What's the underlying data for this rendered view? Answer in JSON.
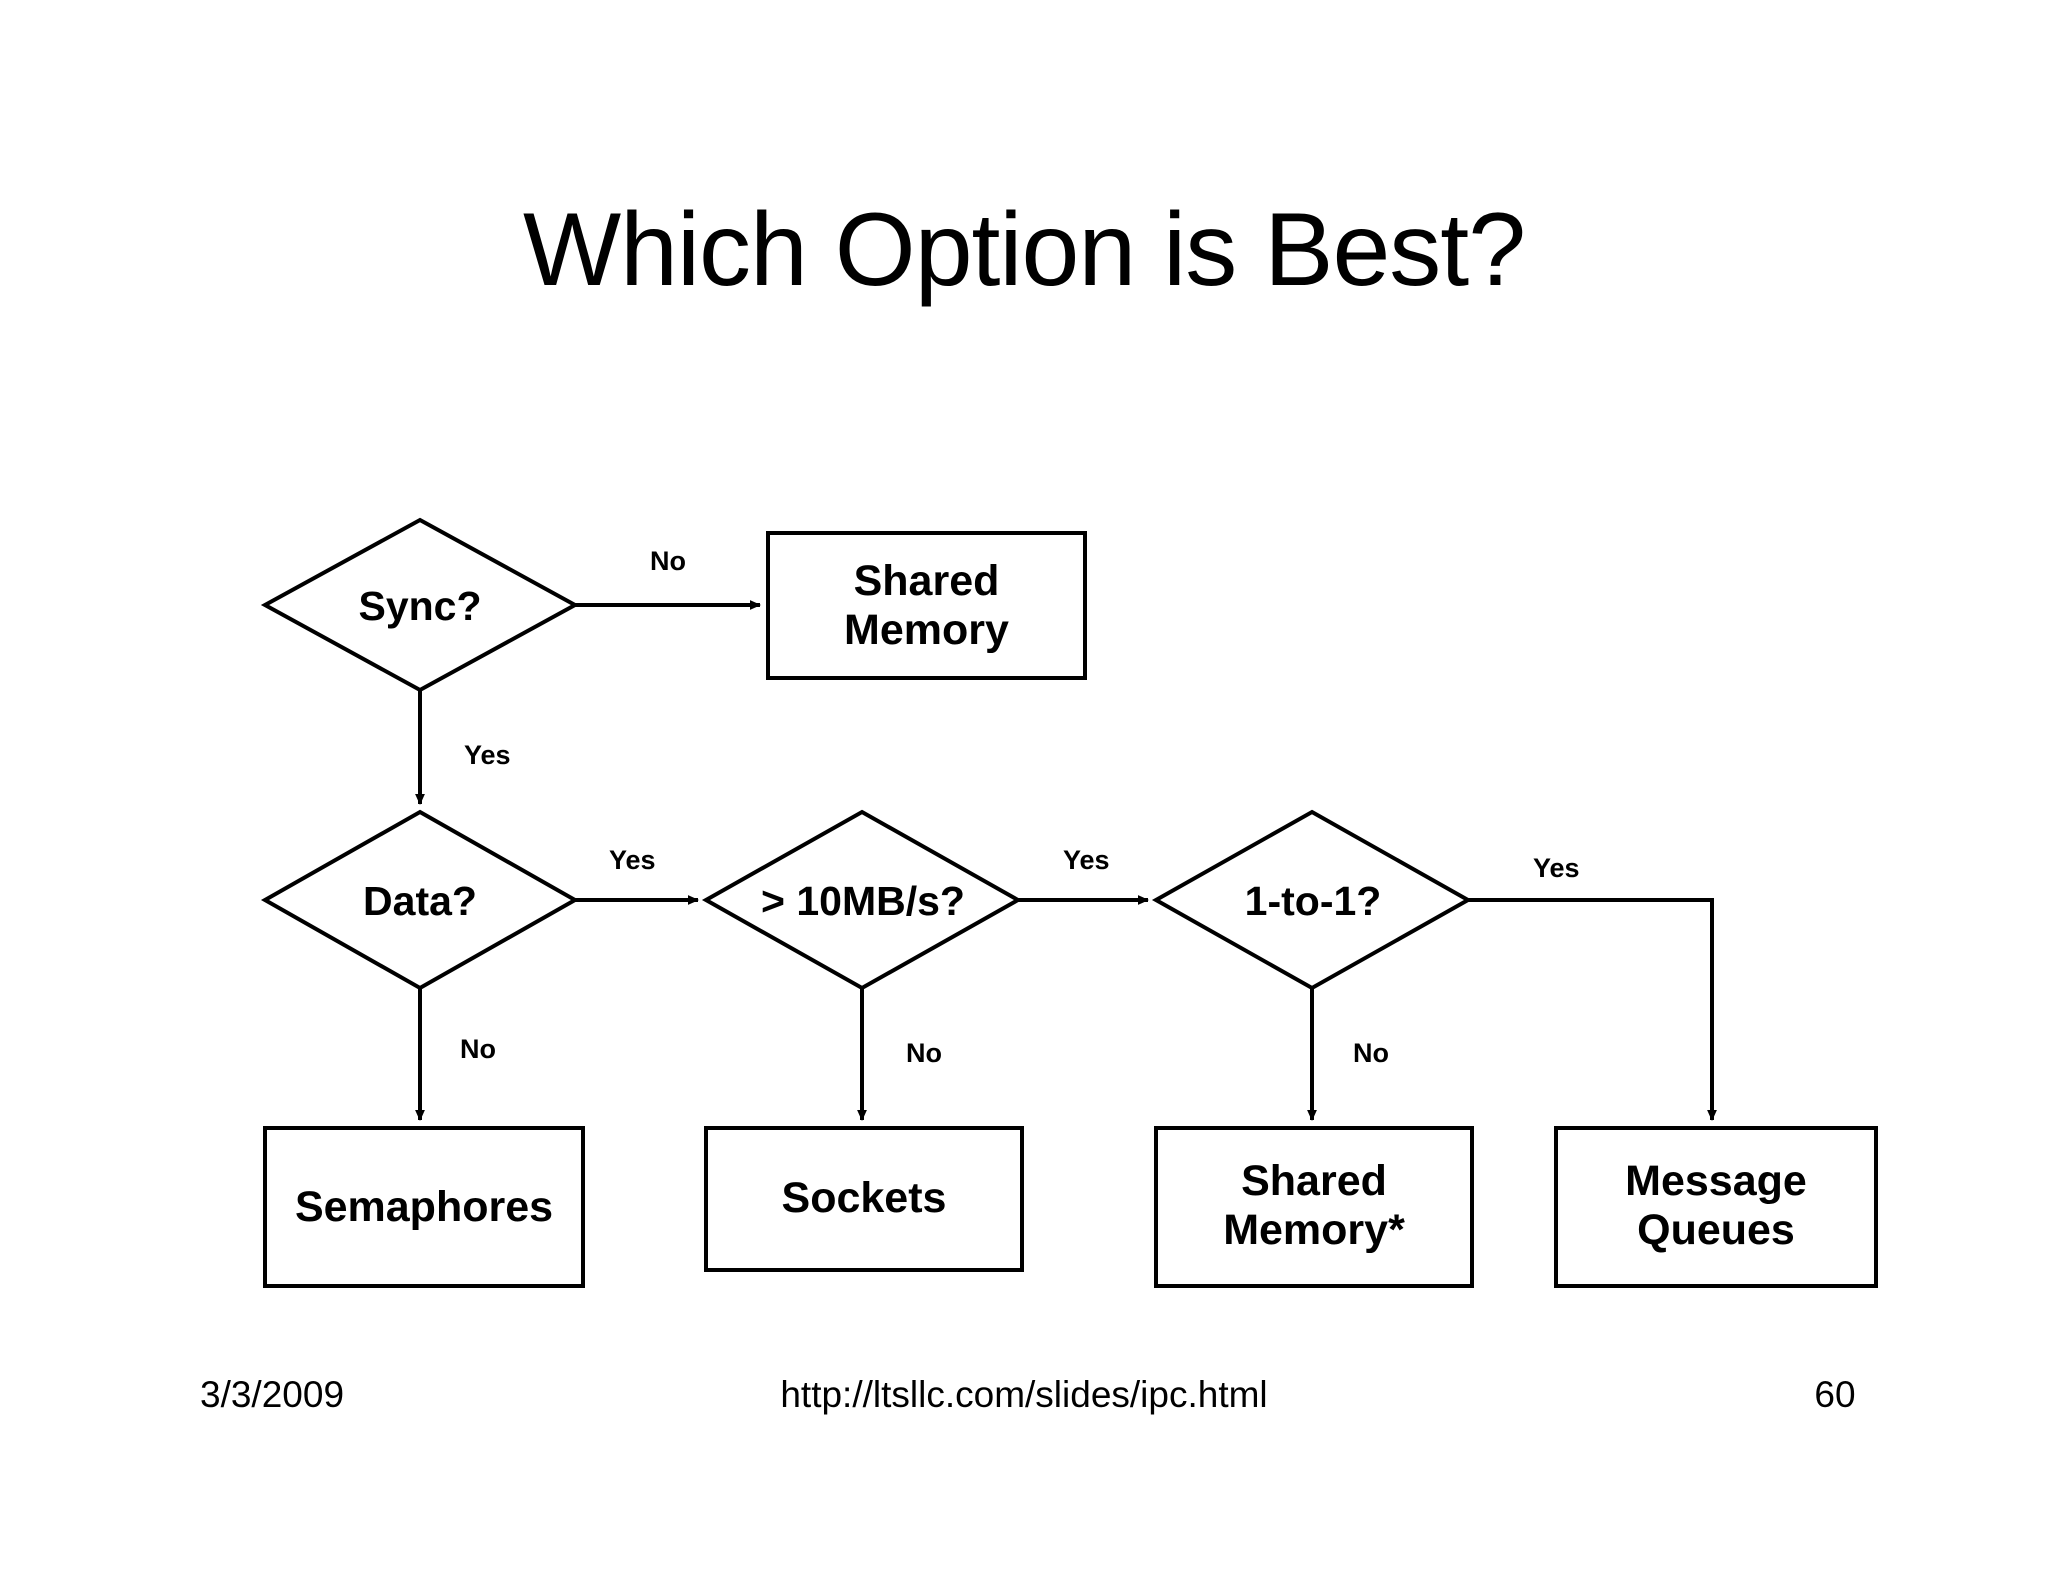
{
  "slide": {
    "title": "Which Option is Best?"
  },
  "flowchart": {
    "nodes": {
      "sync": {
        "label": "Sync?",
        "shape": "diamond"
      },
      "shared_memory": {
        "label": "Shared\nMemory",
        "line1": "Shared",
        "line2": "Memory",
        "shape": "rect"
      },
      "data": {
        "label": "Data?",
        "shape": "diamond"
      },
      "throughput": {
        "label": "> 10MB/s?",
        "shape": "diamond"
      },
      "one_to_one": {
        "label": "1-to-1?",
        "shape": "diamond"
      },
      "semaphores": {
        "label": "Semaphores",
        "shape": "rect"
      },
      "sockets": {
        "label": "Sockets",
        "shape": "rect"
      },
      "shared_memory_star": {
        "line1": "Shared",
        "line2": "Memory*",
        "shape": "rect"
      },
      "message_queues": {
        "line1": "Message",
        "line2": "Queues",
        "shape": "rect"
      }
    },
    "edges": [
      {
        "id": "sync-no",
        "label": "No",
        "from": "sync",
        "to": "shared_memory"
      },
      {
        "id": "sync-yes",
        "label": "Yes",
        "from": "sync",
        "to": "data"
      },
      {
        "id": "data-yes",
        "label": "Yes",
        "from": "data",
        "to": "throughput"
      },
      {
        "id": "data-no",
        "label": "No",
        "from": "data",
        "to": "semaphores"
      },
      {
        "id": "throughput-yes",
        "label": "Yes",
        "from": "throughput",
        "to": "one_to_one"
      },
      {
        "id": "throughput-no",
        "label": "No",
        "from": "throughput",
        "to": "sockets"
      },
      {
        "id": "one-to-one-yes",
        "label": "Yes",
        "from": "one_to_one",
        "to": "message_queues"
      },
      {
        "id": "one-to-one-no",
        "label": "No",
        "from": "one_to_one",
        "to": "shared_memory_star"
      }
    ]
  },
  "footer": {
    "date": "3/3/2009",
    "url": "http://ltsllc.com/slides/ipc.html",
    "page_number": "60"
  },
  "colors": {
    "background": "#ffffff",
    "stroke": "#000000",
    "text": "#000000"
  }
}
